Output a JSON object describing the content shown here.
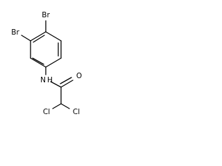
{
  "molecule": {
    "atoms": {
      "br_top": "Br",
      "br_left": "Br",
      "nitrogen": "N",
      "hydrogen": "H",
      "oxygen": "O",
      "cl_left": "Cl",
      "cl_right": "Cl"
    }
  }
}
